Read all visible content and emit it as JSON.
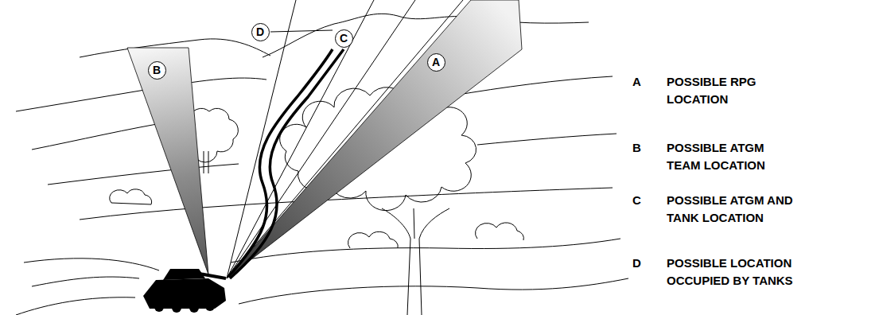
{
  "diagram": {
    "nodes": [
      {
        "text": [
          "B"
        ]
      },
      {
        "text": [
          "D"
        ]
      },
      {
        "text": [
          "C"
        ]
      },
      {
        "text": [
          "A"
        ]
      }
    ],
    "labels": [
      "A",
      "POSSIBLE RPG LOCATION",
      "B",
      "POSSIBLE ATGM TEAM LOCATION",
      "C",
      "POSSIBLE ATGM AND TANK LOCATION",
      "D",
      "POSSIBLE LOCATION OCCUPIED BY TANKS"
    ]
  }
}
